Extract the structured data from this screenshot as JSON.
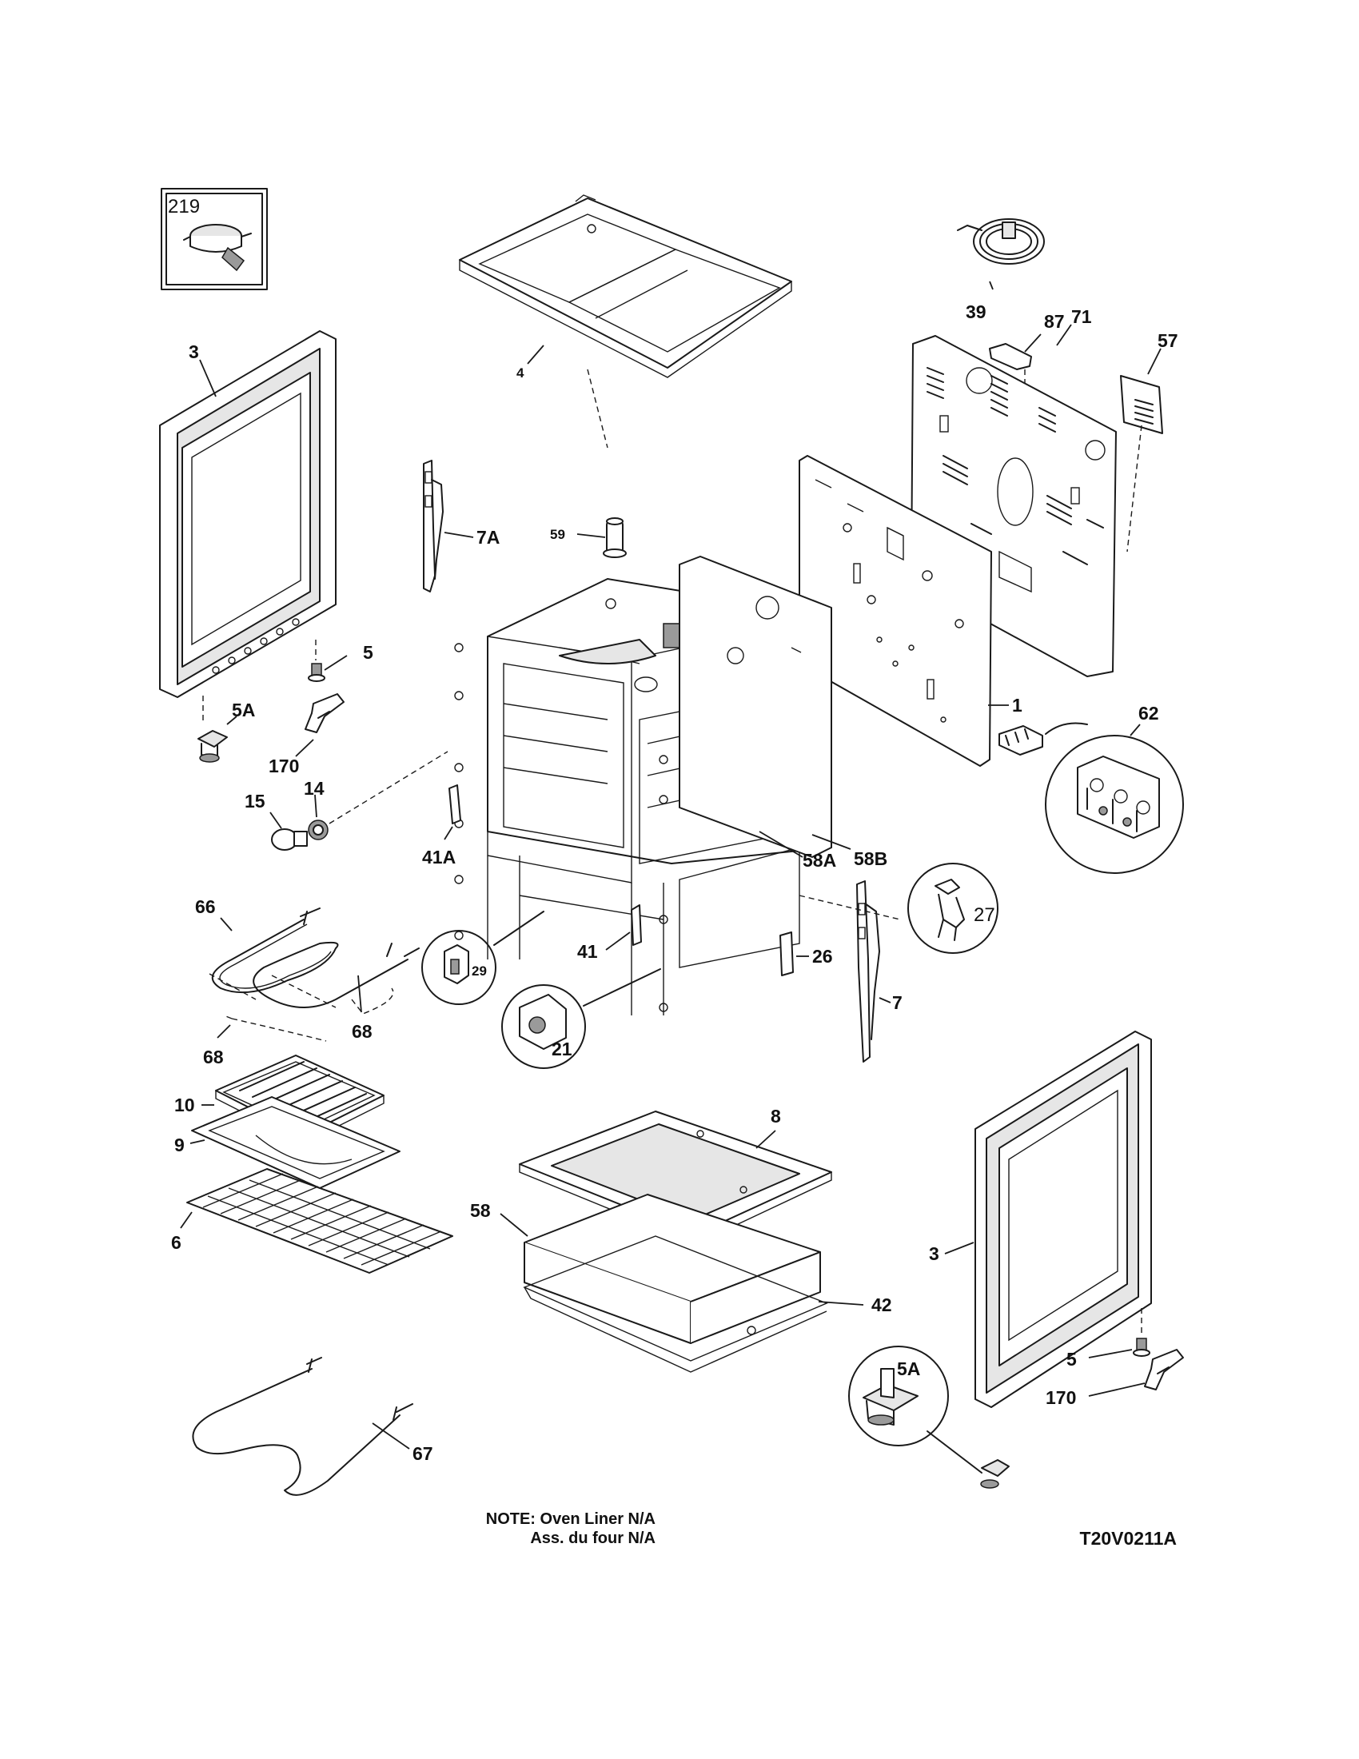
{
  "labels": {
    "p219": "219",
    "p3_left": "3",
    "p3_right": "3",
    "p4": "4",
    "p39": "39",
    "p87": "87",
    "p57": "57",
    "p71": "71",
    "p7A": "7A",
    "p59": "59",
    "p5_left": "5",
    "p5_right": "5",
    "p5A_left": "5A",
    "p5A_right": "5A",
    "p170_left": "170",
    "p170_right": "170",
    "p15": "15",
    "p14": "14",
    "p1": "1",
    "p62": "62",
    "p41A": "41A",
    "p58A": "58A",
    "p58B": "58B",
    "p27": "27",
    "p66": "66",
    "p68_left": "68",
    "p68_right": "68",
    "p29": "29",
    "p41": "41",
    "p26": "26",
    "p7": "7",
    "p21": "21",
    "p10": "10",
    "p9": "9",
    "p6": "6",
    "p8": "8",
    "p58": "58",
    "p42": "42",
    "p67": "67"
  },
  "note": {
    "line1": "NOTE: Oven Liner N/A",
    "line2": "Ass. du four N/A"
  },
  "diagram_code": "T20V0211A"
}
